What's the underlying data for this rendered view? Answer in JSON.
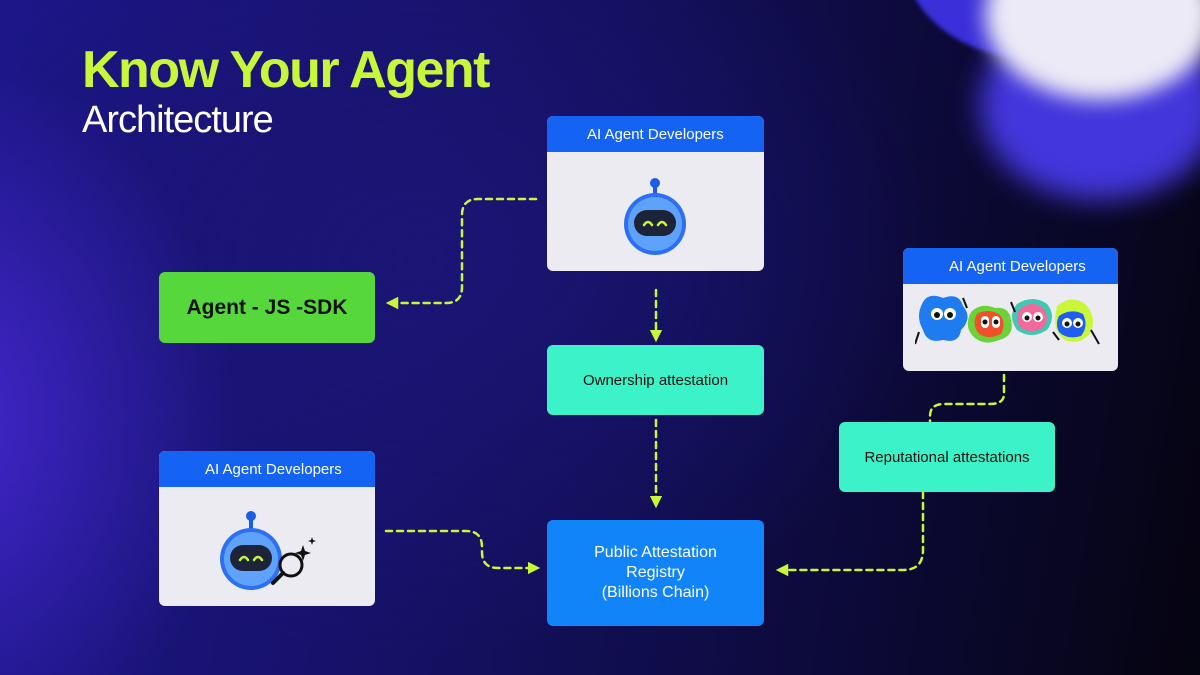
{
  "title": "Know Your Agent",
  "subtitle": "Architecture",
  "cards": {
    "top": {
      "header": "AI Agent Developers"
    },
    "right": {
      "header": "AI Agent Developers"
    },
    "left": {
      "header": "AI Agent Developers"
    }
  },
  "nodes": {
    "sdk": "Agent - JS -SDK",
    "ownership": "Ownership attestation",
    "reputational": "Reputational attestations",
    "registry": {
      "line1": "Public Attestation",
      "line2": "Registry",
      "line3": "(Billions Chain)"
    }
  },
  "colors": {
    "accent": "#c8f73a",
    "card_header": "#1463f3",
    "sdk_box": "#56d73c",
    "attestation_box": "#3cf2c8",
    "registry_box": "#1284f9",
    "arrow": "#c8f73a"
  }
}
